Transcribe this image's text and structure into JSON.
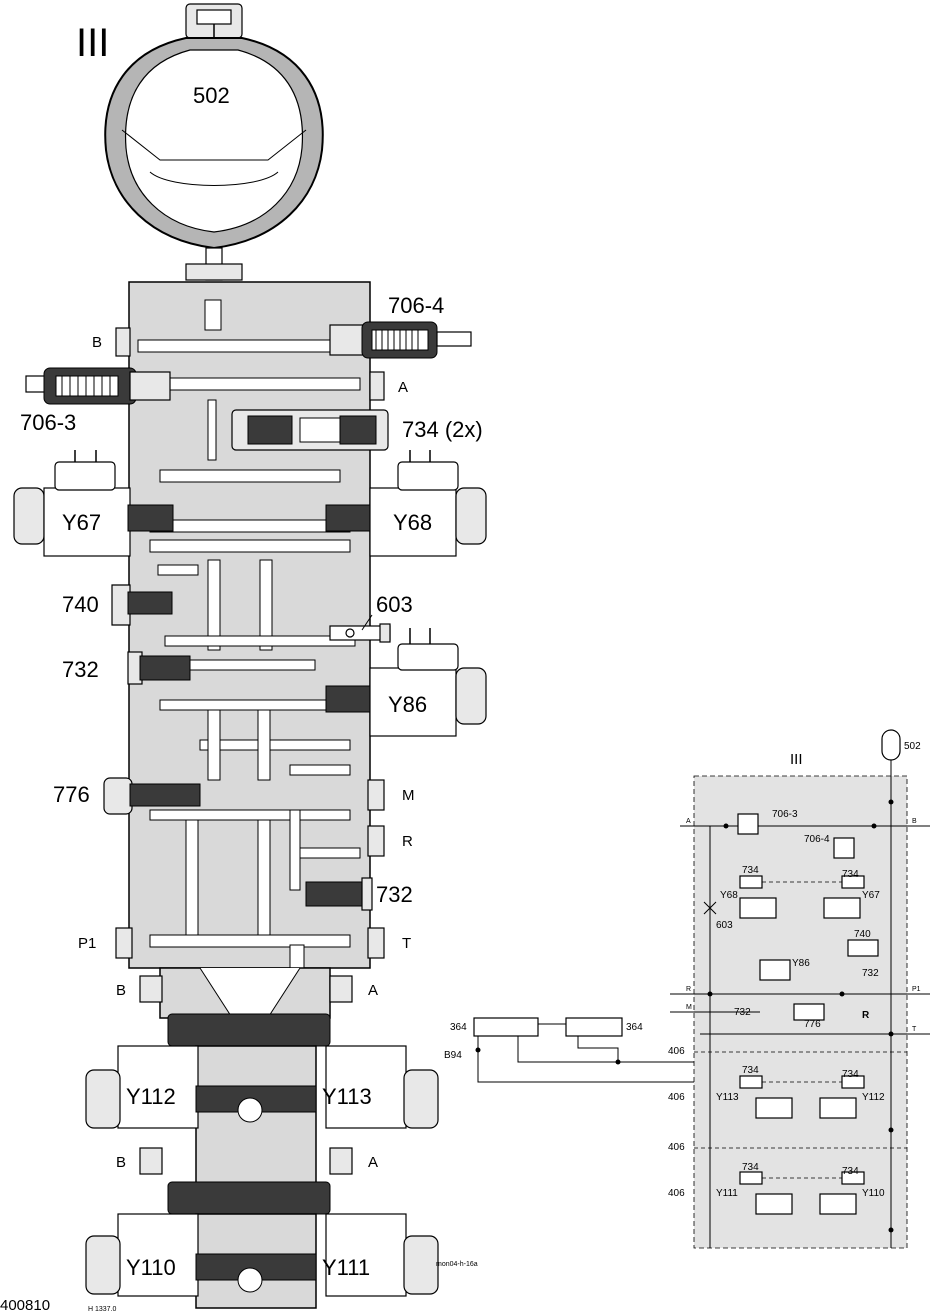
{
  "drawing": {
    "section_roman": "III",
    "figure_number": "400810",
    "small_code": "H 1337.0",
    "file_ref": "mon04-h-16a"
  },
  "assembly_labels": {
    "accumulator": "502",
    "valve_706_4": "706-4",
    "valve_706_3": "706-3",
    "port_b_top": "B",
    "port_a_top": "A",
    "check_734": "734 (2x)",
    "sol_y67": "Y67",
    "sol_y68": "Y68",
    "valve_740": "740",
    "valve_603": "603",
    "valve_732_left": "732",
    "sol_y86": "Y86",
    "valve_776": "776",
    "port_m": "M",
    "port_r": "R",
    "valve_732_right": "732",
    "port_p1": "P1",
    "port_t": "T",
    "port_b_mid": "B",
    "port_a_mid": "A",
    "sol_y112": "Y112",
    "sol_y113": "Y113",
    "port_b_low": "B",
    "port_a_low": "A",
    "sol_y110": "Y110",
    "sol_y111": "Y111"
  },
  "schematic_labels": {
    "section_roman": "III",
    "accumulator": "502",
    "port_a": "A",
    "port_b": "B",
    "v706_3": "706-3",
    "v706_4": "706-4",
    "c734_l1": "734",
    "c734_r1": "734",
    "y68": "Y68",
    "y67": "Y67",
    "v603": "603",
    "v740": "740",
    "y86": "Y86",
    "v732_right": "732",
    "port_r": "R",
    "port_p1": "P1",
    "port_m": "M",
    "v732_left": "732",
    "v776": "776",
    "port_t": "T",
    "line406_1": "406",
    "line406_2": "406",
    "c734_l2": "734",
    "c734_r2": "734",
    "y113": "Y113",
    "y112": "Y112",
    "line406_3": "406",
    "line406_4": "406",
    "c734_l3": "734",
    "c734_r3": "734",
    "y111": "Y111",
    "y110": "Y110",
    "cyl_left": "364",
    "cyl_right": "364",
    "b94": "B94",
    "sym_r": "R"
  }
}
